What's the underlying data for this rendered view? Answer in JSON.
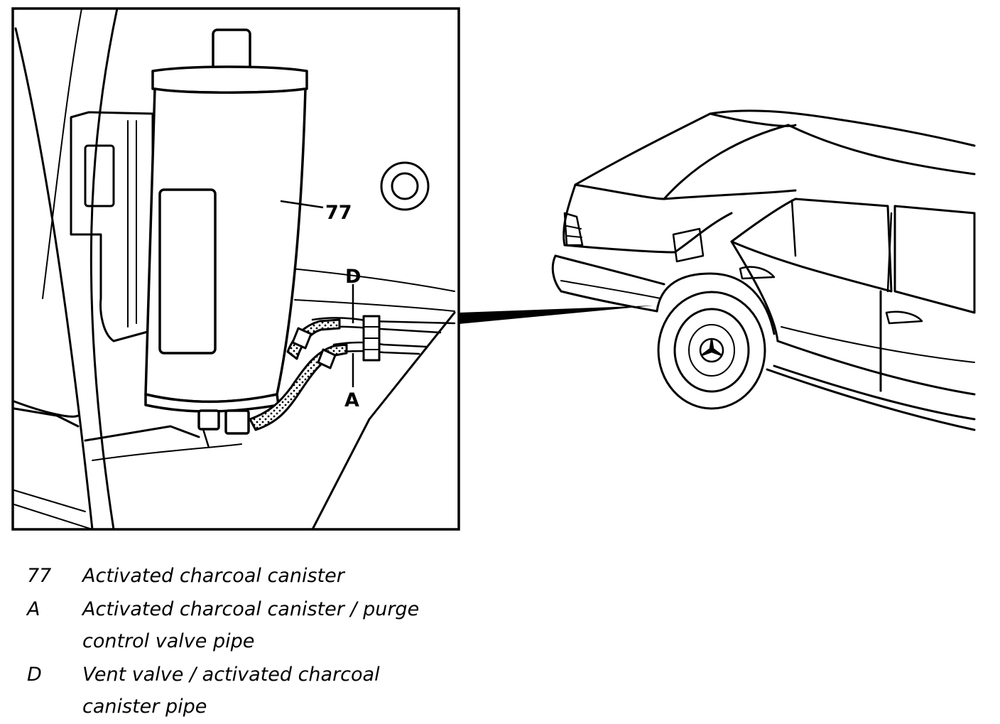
{
  "callouts": {
    "canister": "77",
    "vent_pipe": "D",
    "purge_pipe": "A"
  },
  "legend": [
    {
      "key": "77",
      "text": "Activated charcoal canister"
    },
    {
      "key": "A",
      "text": "Activated charcoal canister / purge control valve pipe"
    },
    {
      "key": "D",
      "text": "Vent valve / activated charcoal canister pipe"
    }
  ],
  "colors": {
    "ink": "#000000",
    "paper": "#ffffff"
  },
  "icons": {
    "badge": "mercedes-star-icon"
  }
}
